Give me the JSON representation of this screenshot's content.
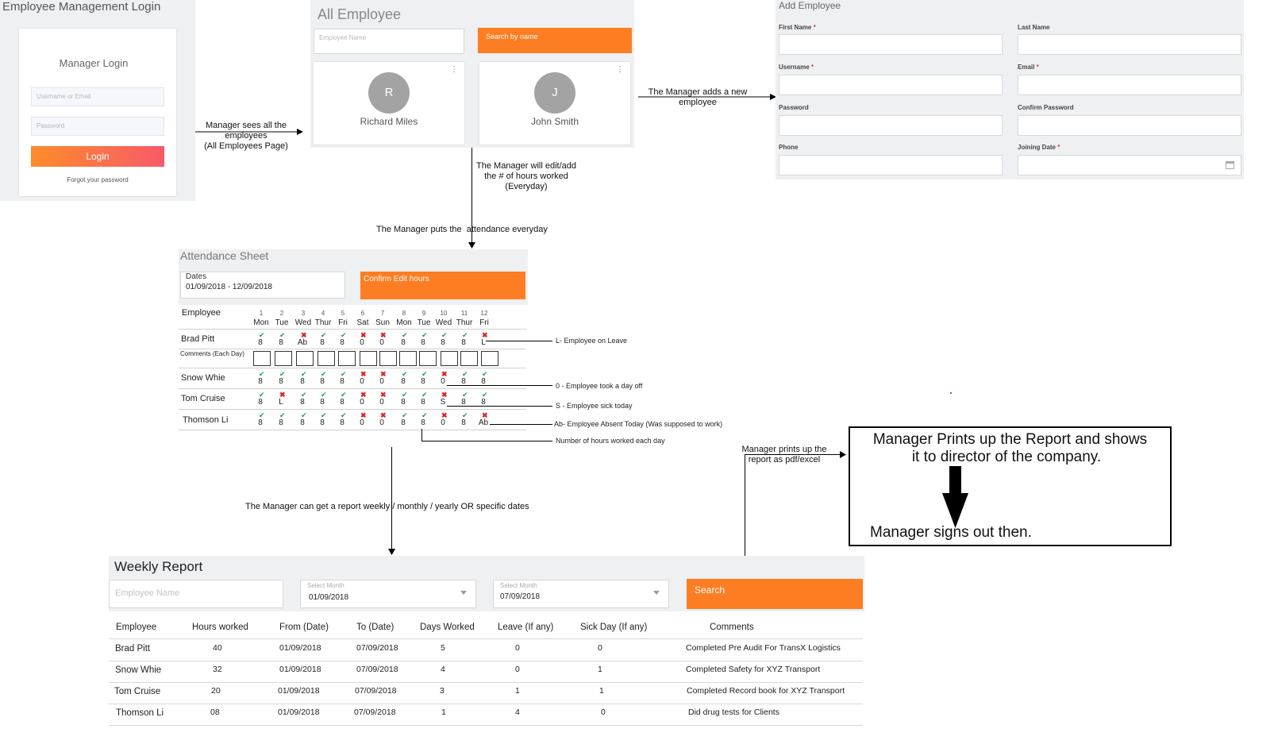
{
  "login": {
    "title": "Employee Management Login",
    "heading": "Manager Login",
    "username_placeholder": "Username or Email",
    "password_placeholder": "Password",
    "login_button": "Login",
    "forgot_link": "Forgot your password"
  },
  "all_employee": {
    "title": "All Employee",
    "search_placeholder": "Employee Name",
    "search_button": "Search by name",
    "employees": [
      {
        "initial": "R",
        "name": "Richard Miles"
      },
      {
        "initial": "J",
        "name": "John Smith"
      }
    ]
  },
  "add_employee": {
    "title": "Add Employee",
    "fields": [
      {
        "label": "First Name",
        "required": "*"
      },
      {
        "label": "Last Name",
        "required": ""
      },
      {
        "label": "Username",
        "required": "*"
      },
      {
        "label": "Email",
        "required": "*"
      },
      {
        "label": "Password",
        "required": ""
      },
      {
        "label": "Confirm Password",
        "required": ""
      },
      {
        "label": "Phone",
        "required": ""
      },
      {
        "label": "Joining Date",
        "required": "*"
      }
    ]
  },
  "notes": {
    "sees_all": [
      "Manager sees all the",
      "employees",
      "(All Employees Page)"
    ],
    "adds_new": [
      "The Manager adds a new",
      "employee"
    ],
    "edit_hours": [
      "The Manager will edit/add",
      "the # of hours worked",
      "(Everyday)"
    ],
    "attendance_everyday": "The Manager puts the  attendance everyday",
    "report_range": "The Manager can get a report weekly / monthly / yearly OR specific dates",
    "prints_report": [
      "Manager prints up the",
      "report as pdf/excel"
    ]
  },
  "attendance": {
    "title": "Attendance Sheet",
    "dates_label": "Dates",
    "dates_value": "01/09/2018 - 12/09/2018",
    "confirm_button": "Confirm Edit hours",
    "employee_header": "Employee",
    "comments_label": "Comments (Each Day)",
    "days": [
      {
        "num": "1",
        "day": "Mon"
      },
      {
        "num": "2",
        "day": "Tue"
      },
      {
        "num": "3",
        "day": "Wed"
      },
      {
        "num": "4",
        "day": "Thur"
      },
      {
        "num": "5",
        "day": "Fri"
      },
      {
        "num": "6",
        "day": "Sat"
      },
      {
        "num": "7",
        "day": "Sun"
      },
      {
        "num": "8",
        "day": "Mon"
      },
      {
        "num": "9",
        "day": "Tue"
      },
      {
        "num": "10",
        "day": "Wed"
      },
      {
        "num": "11",
        "day": "Thur"
      },
      {
        "num": "12",
        "day": "Fri"
      }
    ],
    "rows": [
      {
        "name": "Brad Pitt",
        "values": [
          "8",
          "8",
          "Ab",
          "8",
          "8",
          "0",
          "0",
          "8",
          "8",
          "8",
          "8",
          "L"
        ],
        "marks": [
          "ok",
          "ok",
          "x",
          "ok",
          "ok",
          "x",
          "x",
          "ok",
          "ok",
          "ok",
          "ok",
          "x"
        ]
      },
      {
        "name": "Snow Whie",
        "values": [
          "8",
          "8",
          "8",
          "8",
          "8",
          "0",
          "0",
          "8",
          "8",
          "0",
          "8",
          "8"
        ],
        "marks": [
          "ok",
          "ok",
          "ok",
          "ok",
          "ok",
          "x",
          "x",
          "ok",
          "ok",
          "x",
          "ok",
          "ok"
        ]
      },
      {
        "name": "Tom Cruise",
        "values": [
          "8",
          "L",
          "8",
          "8",
          "8",
          "0",
          "0",
          "8",
          "8",
          "S",
          "8",
          "8"
        ],
        "marks": [
          "ok",
          "x",
          "ok",
          "ok",
          "ok",
          "x",
          "x",
          "ok",
          "ok",
          "x",
          "ok",
          "ok"
        ]
      },
      {
        "name": "Thomson Li",
        "values": [
          "8",
          "8",
          "8",
          "8",
          "8",
          "0",
          "0",
          "8",
          "8",
          "0",
          "8",
          "Ab"
        ],
        "marks": [
          "ok",
          "ok",
          "ok",
          "ok",
          "ok",
          "x",
          "x",
          "ok",
          "ok",
          "x",
          "ok",
          "x"
        ]
      }
    ],
    "legend": [
      "L- Employee on Leave",
      "0 - Employee took a day off",
      "S - Employee sick today",
      "Ab- Employee Absent Today (Was supposed to work)",
      "Number of hours worked each day"
    ]
  },
  "final_box": {
    "line1": "Manager Prints up the Report and shows",
    "line2": "it to director of the company.",
    "line3": "Manager signs out then."
  },
  "weekly_report": {
    "title": "Weekly Report",
    "employee_placeholder": "Employee Name",
    "month1_label": "Select Month",
    "month1_value": "01/09/2018",
    "month2_label": "Select Month",
    "month2_value": "07/09/2018",
    "search_button": "Search",
    "columns": [
      "Employee",
      "Hours worked",
      "From (Date)",
      "To (Date)",
      "Days Worked",
      "Leave (If any)",
      "Sick Day (If any)",
      "Comments"
    ],
    "rows": [
      [
        "Brad Pitt",
        "40",
        "01/09/2018",
        "07/09/2018",
        "5",
        "0",
        "0",
        "Completed Pre Audit For TransX Logistics"
      ],
      [
        "Snow Whie",
        "32",
        "01/09/2018",
        "07/09/2018",
        "4",
        "0",
        "1",
        "Completed Safety for XYZ Transport"
      ],
      [
        "Tom Cruise",
        "20",
        "01/09/2018",
        "07/09/2018",
        "3",
        "1",
        "1",
        "Completed Record book for XYZ Transport"
      ],
      [
        "Thomson Li",
        "08",
        "01/09/2018",
        "07/09/2018",
        "1",
        "4",
        "0",
        "Did drug tests for Clients"
      ]
    ]
  },
  "colors": {
    "accent": "#fd7e22",
    "panel": "#eef0f2",
    "check": "#1aa34a",
    "cross": "#e02424"
  }
}
